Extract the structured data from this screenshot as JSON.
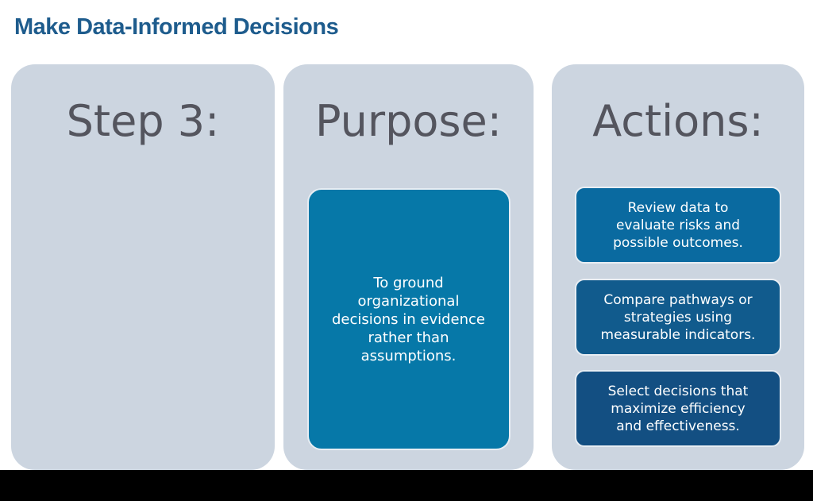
{
  "title": "Make Data-Informed Decisions",
  "columns": {
    "step": {
      "heading": "Step 3:"
    },
    "purpose": {
      "heading": "Purpose:",
      "body": "To ground\norganizational\ndecisions in evidence\nrather than\nassumptions."
    },
    "actions": {
      "heading": "Actions:",
      "items": [
        {
          "text": "Review data to\nevaluate risks and\npossible outcomes."
        },
        {
          "text": "Compare pathways or\nstrategies using\nmeasurable indicators."
        },
        {
          "text": "Select decisions that\nmaximize efficiency\nand effectiveness."
        }
      ]
    }
  },
  "colors": {
    "title_text": "#1E5C8D",
    "heading_text": "#54555E",
    "column_background": "#CCD5E0",
    "purpose_box": "#0678A8",
    "action_box_1": "#0A6AA0",
    "action_box_2": "#115B8D",
    "action_box_3": "#134F82",
    "box_border": "#E7EDF3",
    "box_text": "#FFFFFF",
    "bottom_bar": "#000000"
  }
}
